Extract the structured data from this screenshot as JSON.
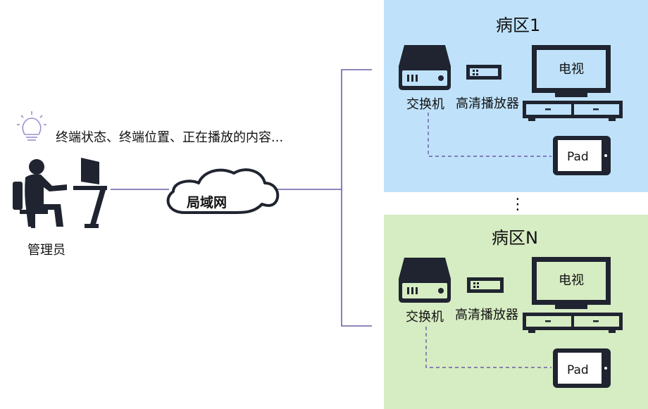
{
  "admin": {
    "label": "管理员",
    "info_text": "终端状态、终端位置、正在播放的内容..."
  },
  "network": {
    "label": "局域网"
  },
  "wards": [
    {
      "title": "病区1",
      "switch_label": "交换机",
      "player_label": "高清播放器",
      "tv_label": "电视",
      "pad_label": "Pad"
    },
    {
      "title": "病区N",
      "switch_label": "交换机",
      "player_label": "高清播放器",
      "tv_label": "电视",
      "pad_label": "Pad"
    }
  ],
  "separator": "⋮",
  "colors": {
    "ward1_bg": "#bfe2fa",
    "wardN_bg": "#d6ecc2",
    "line": "#6a5ea8",
    "dash": "#6a5ea8",
    "icon": "#1f2430",
    "bulb": "#9a8fd0"
  }
}
